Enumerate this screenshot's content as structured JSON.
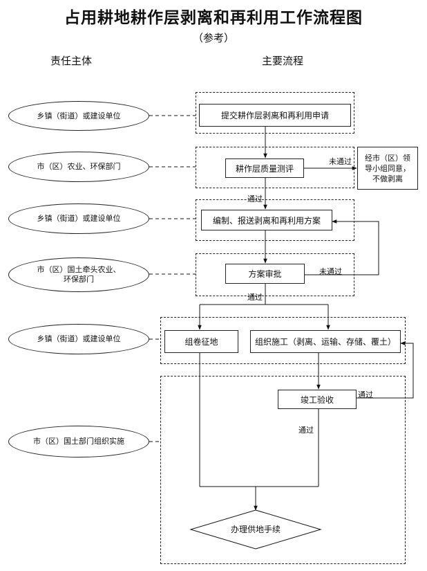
{
  "header": {
    "title": "占用耕地耕作层剥离和再利用工作流程图",
    "subtitle": "（参考）",
    "col_left": "责任主体",
    "col_right": "主要流程"
  },
  "actors": [
    "乡镇（街道）或建设单位",
    "市（区）农业、环保部门",
    "乡镇（街道）或建设单位",
    "市（区）国土牵头农业、环保部门",
    "乡镇（街道）或建设单位",
    "市（区）国土部门组织实施"
  ],
  "steps": {
    "submit": "提交耕作层剥离和再利用申请",
    "evaluate": "耕作层质量测评",
    "prepare": "编制、报送剥离和再利用方案",
    "approve": "方案审批",
    "land": "组卷征地",
    "construct": "组织施工（剥离、运输、存储、覆土）",
    "accept": "竣工验收",
    "supply": "办理供地手续"
  },
  "note": {
    "line1": "经市（区）领",
    "line2": "导小组同意，",
    "line3": "不做剥离"
  },
  "labels": {
    "fail1": "未通过",
    "pass1": "通过",
    "fail2": "未通过",
    "pass2": "通过",
    "pass3": "通过",
    "pass4": "通过"
  }
}
